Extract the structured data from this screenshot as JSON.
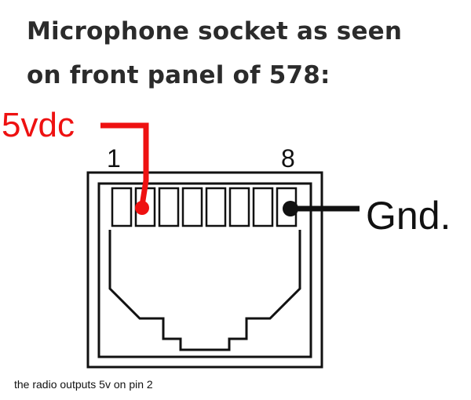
{
  "title": {
    "line1": "Microphone socket as seen",
    "line2": "on front panel of 578:"
  },
  "labels": {
    "supply": "5vdc",
    "pin_first": "1",
    "pin_last": "8",
    "ground": "Gnd."
  },
  "caption": "the radio outputs 5v on pin 2",
  "colors": {
    "supply_wire": "#ee1111",
    "ground_wire": "#111111",
    "outline": "#111111"
  }
}
